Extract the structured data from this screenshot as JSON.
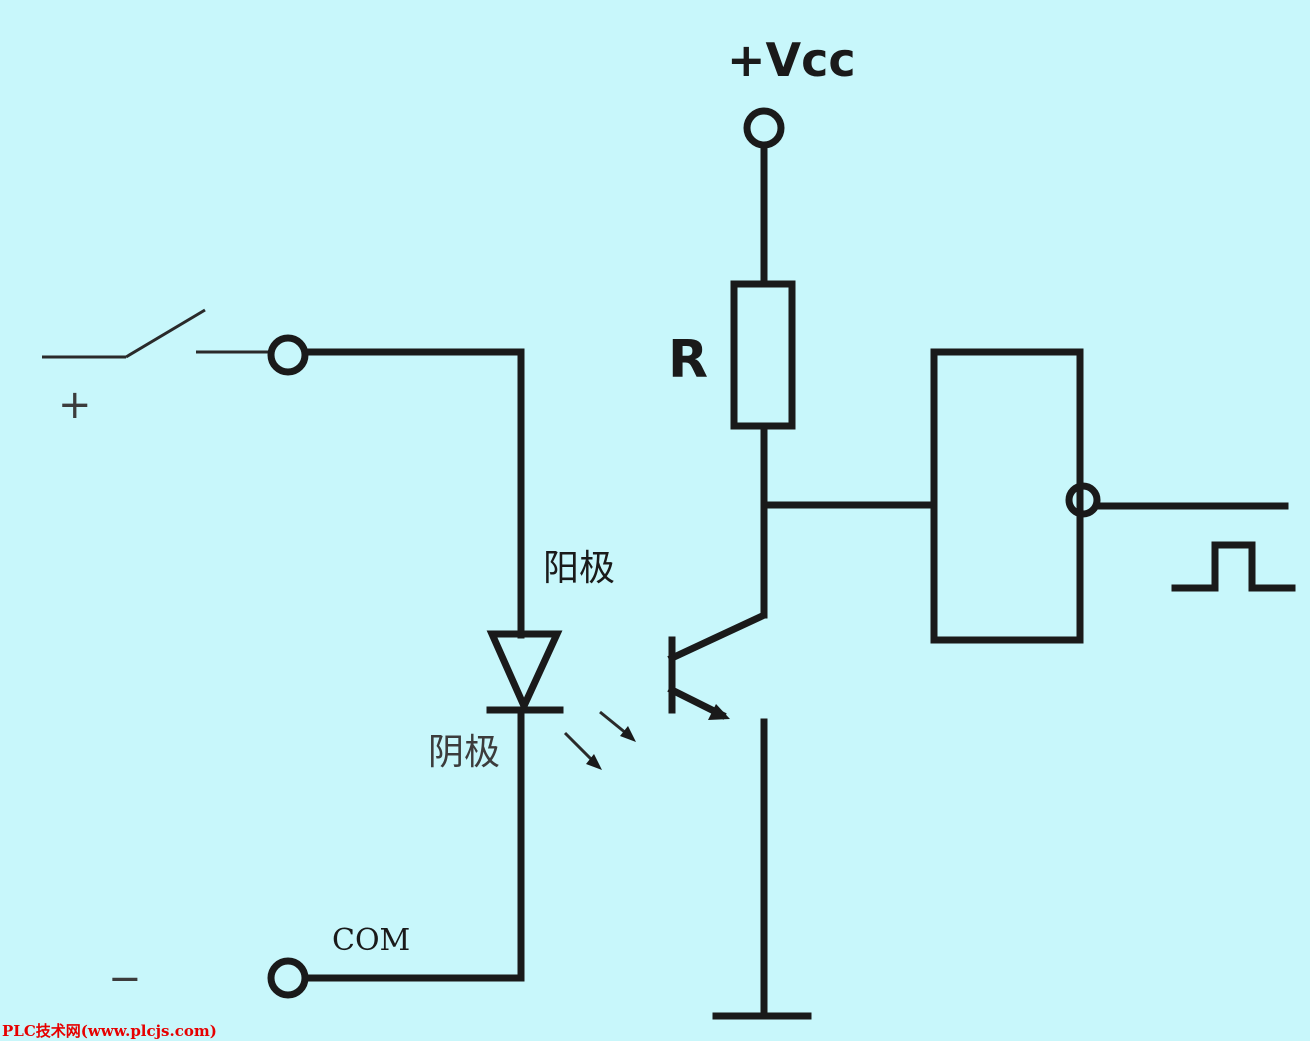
{
  "labels": {
    "vcc": "+Vcc",
    "resistor": "R",
    "anode": "阳极",
    "cathode": "阴极",
    "com": "COM",
    "plus": "+",
    "minus": "−"
  },
  "watermark": "PLC技术网(www.plcjs.com)",
  "colors": {
    "background": "#c8f7fb",
    "line": "#1a1a1a",
    "watermark": "#e60000"
  }
}
